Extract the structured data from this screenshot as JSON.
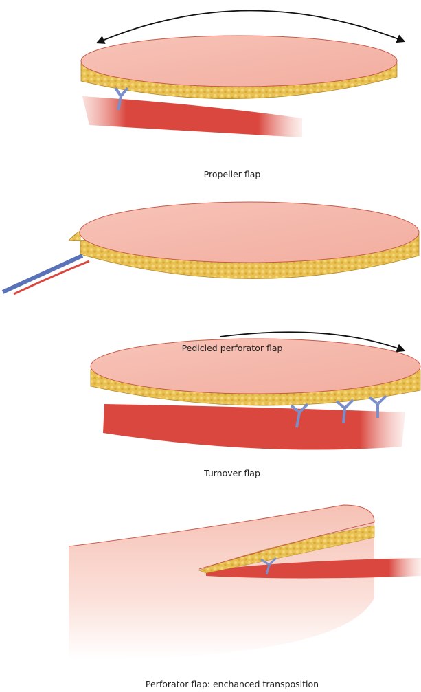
{
  "panels": [
    {
      "caption": "Propeller flap"
    },
    {
      "caption": "Pedicled perforator flap"
    },
    {
      "caption": "Turnover flap"
    },
    {
      "caption": "Perforator flap: enchanced transposition"
    }
  ],
  "colors": {
    "skin": "#f4b5a8",
    "skin_edge": "#c85a4a",
    "fat": "#e9c457",
    "muscle": "#d9473e",
    "vein": "#7a8fc9",
    "artery": "#d9473e"
  }
}
